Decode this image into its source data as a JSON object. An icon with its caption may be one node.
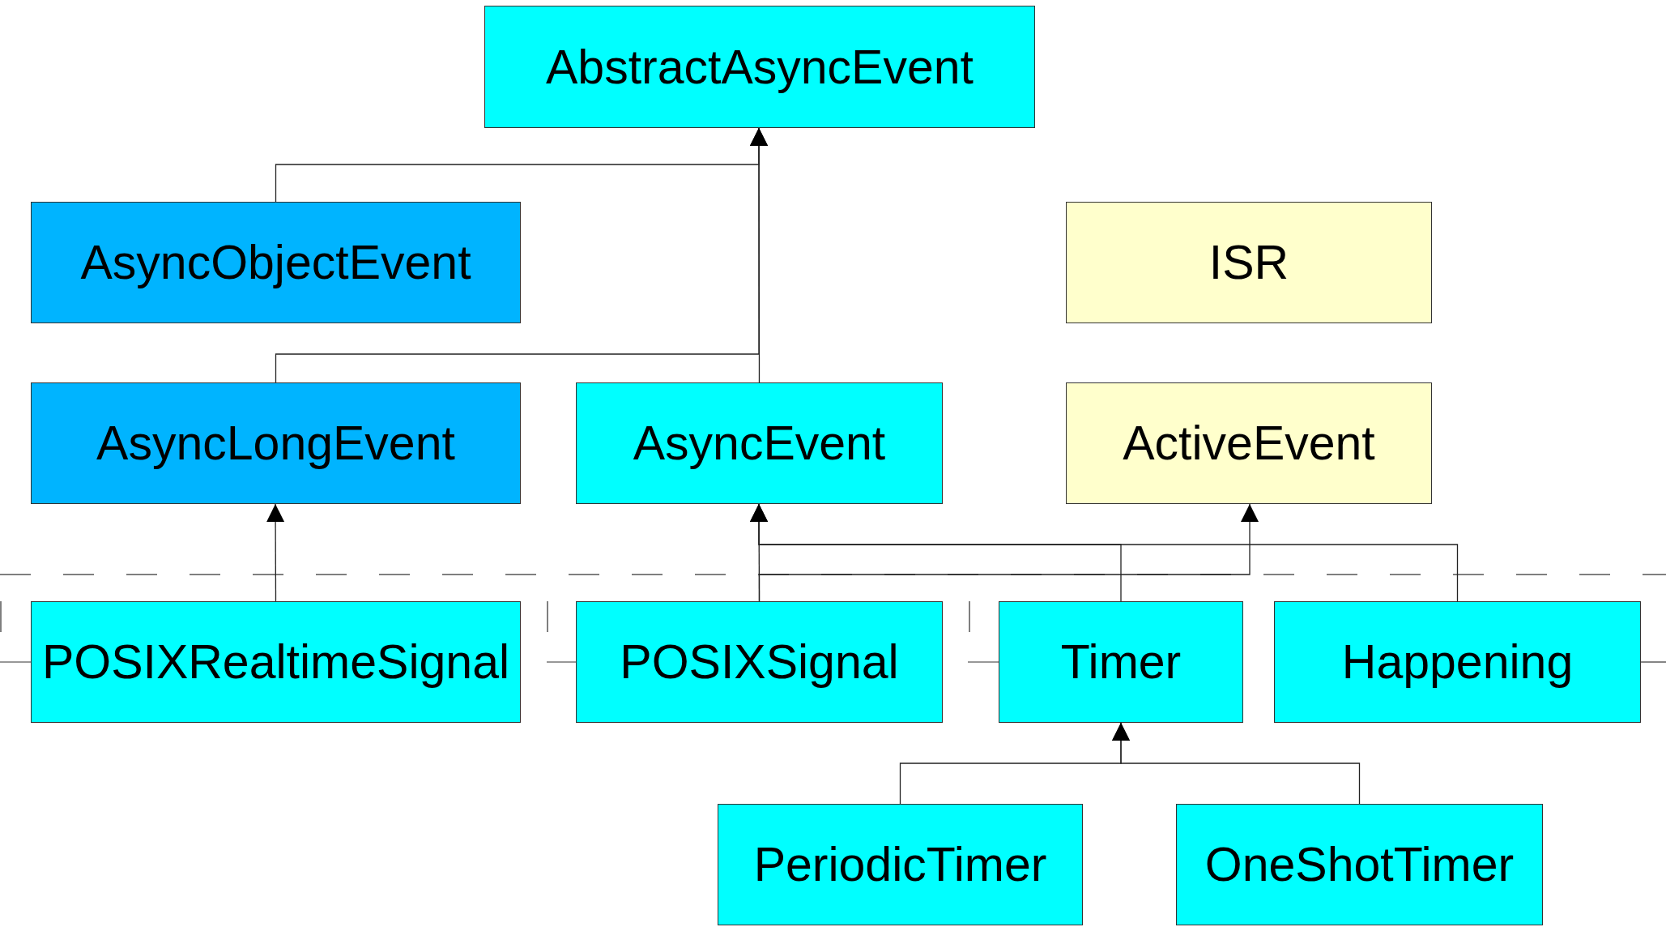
{
  "diagram": {
    "nodes": [
      {
        "text": [
          "AbstractAsyncEvent"
        ]
      },
      {
        "text": [
          "AsyncObjectEvent"
        ]
      },
      {
        "text": [
          "ISR"
        ]
      },
      {
        "text": [
          "AsyncLongEvent"
        ]
      },
      {
        "text": [
          "AsyncEvent"
        ]
      },
      {
        "text": [
          "ActiveEvent"
        ]
      },
      {
        "text": [
          "POSIXRealtimeSignal"
        ]
      },
      {
        "text": [
          "POSIXSignal"
        ]
      },
      {
        "text": [
          "Timer"
        ]
      },
      {
        "text": [
          "Happening"
        ]
      },
      {
        "text": [
          "PeriodicTimer"
        ]
      },
      {
        "text": [
          "OneShotTimer"
        ]
      }
    ],
    "edges": [
      {
        "from": 1,
        "to": 0,
        "arrow": "to"
      },
      {
        "from": 3,
        "to": 0,
        "arrow": "to"
      },
      {
        "from": 4,
        "to": 0,
        "arrow": "to"
      },
      {
        "from": 6,
        "to": 3,
        "arrow": "to"
      },
      {
        "from": 7,
        "to": 4,
        "arrow": "to"
      },
      {
        "from": 8,
        "to": 4,
        "arrow": "to"
      },
      {
        "from": 9,
        "to": 4,
        "arrow": "to"
      },
      {
        "from": 7,
        "to": 5,
        "arrow": "to"
      },
      {
        "from": 10,
        "to": 8,
        "arrow": "to"
      },
      {
        "from": 11,
        "to": 8,
        "arrow": "to"
      }
    ]
  }
}
